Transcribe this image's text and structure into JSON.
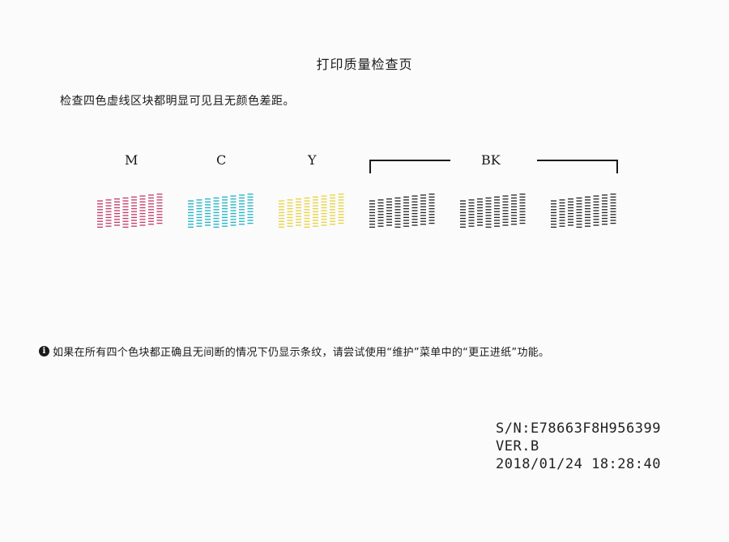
{
  "title": "打印质量检查页",
  "instruction": "检查四色虚线区块都明显可见且无颜色差距。",
  "blocks": [
    {
      "label": "M",
      "color": "#c4386a"
    },
    {
      "label": "C",
      "color": "#19b3c6"
    },
    {
      "label": "Y",
      "color": "#e6d23a"
    },
    {
      "label": "",
      "color": "#222222"
    },
    {
      "label": "BK",
      "color": "#222222"
    },
    {
      "label": "",
      "color": "#222222"
    }
  ],
  "note": {
    "icon": "info-icon",
    "icon_glyph": "i",
    "text": "如果在所有四个色块都正确且无间断的情况下仍显示条纹，请尝试使用“维护”菜单中的“更正进纸”功能。"
  },
  "meta": {
    "serial": "S/N:E78663F8H956399",
    "version": "VER.B",
    "datetime": "2018/01/24  18:28:40"
  }
}
